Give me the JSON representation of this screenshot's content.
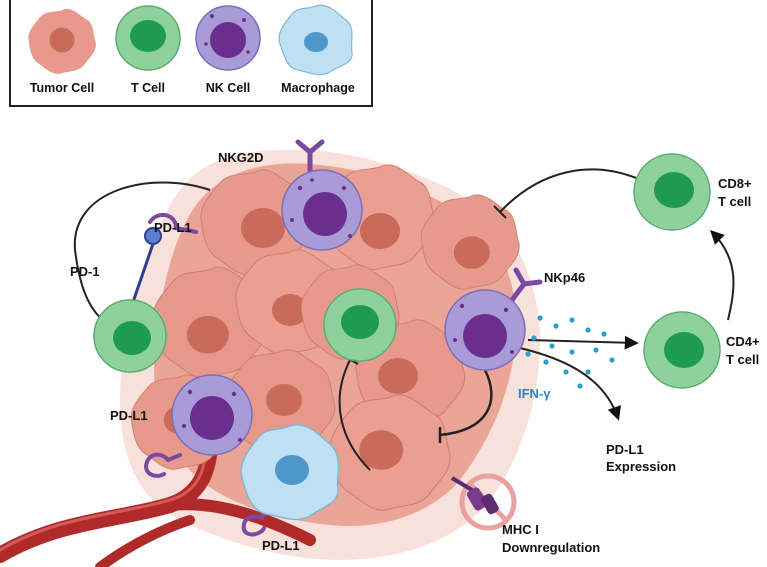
{
  "colors": {
    "tumor_cell": "#e79a8c",
    "tumor_nucleus": "#c96a5a",
    "t_cell": "#8fd19c",
    "t_nucleus": "#1f9a55",
    "nk_cell": "#a99bd6",
    "nk_nucleus": "#6a2f8e",
    "macrophage": "#bfe0f0",
    "macrophage_nucleus": "#4f97c9",
    "vessel": "#b02a2a",
    "receptor": "#7a4aa0",
    "ifn_dots": "#2a9ed1",
    "inhibit_sign": "#e8a0a0"
  },
  "legend": {
    "tumor": "Tumor Cell",
    "tcell": "T Cell",
    "nk": "NK Cell",
    "macrophage": "Macrophage"
  },
  "labels": {
    "nkg2d": "NKG2D",
    "pdl1_top": "PD-L1",
    "pd1": "PD-1",
    "pdl1_left": "PD-L1",
    "pdl1_bottom": "PD-L1",
    "nkp46": "NKp46",
    "ifn": "IFN-γ",
    "pdl1_expr_1": "PD-L1",
    "pdl1_expr_2": "Expression",
    "cd8_1": "CD8+",
    "cd8_2": "T cell",
    "cd4_1": "CD4+",
    "cd4_2": "T cell",
    "mhc_1": "MHC I",
    "mhc_2": "Downregulation"
  }
}
